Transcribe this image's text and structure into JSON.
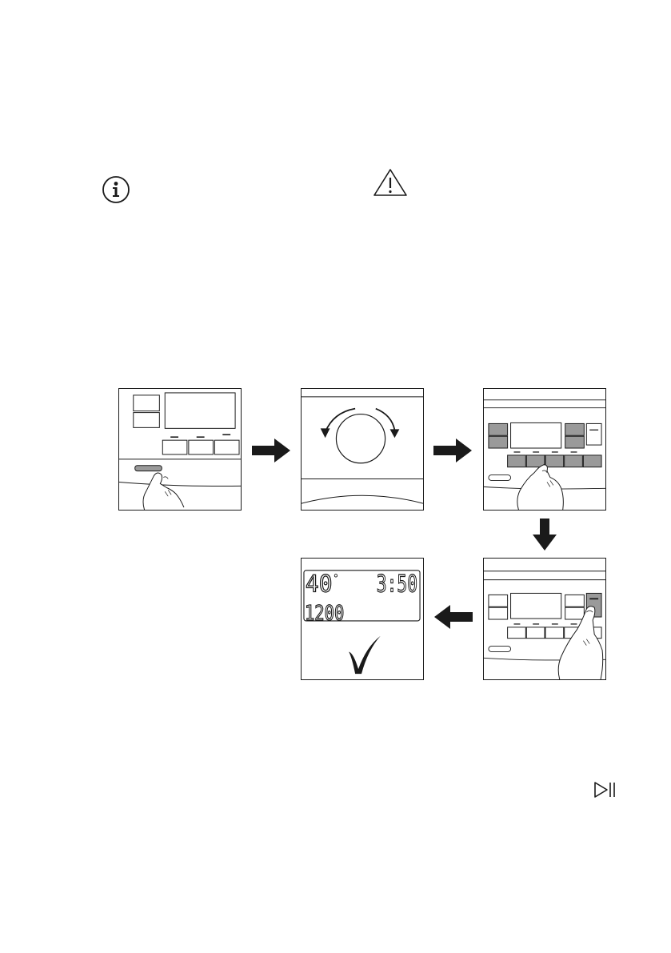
{
  "icons": {
    "info": "info-icon",
    "warning": "warning-icon",
    "start_pause": "start-pause-icon"
  },
  "display": {
    "temperature": "40",
    "degree": "°",
    "time": "3:50",
    "spin": "1200"
  },
  "colors": {
    "line": "#1a1a1a",
    "button_fill": "#9a9a9a",
    "arrow": "#1a1a1a"
  }
}
